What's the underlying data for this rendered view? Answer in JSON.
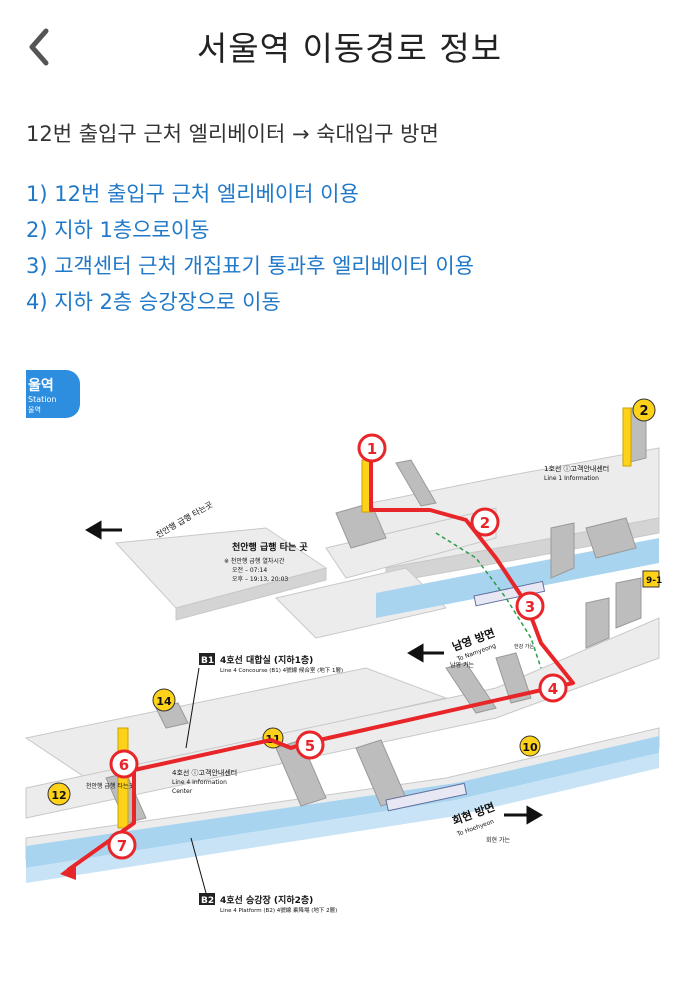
{
  "header": {
    "title": "서울역 이동경로 정보",
    "back_icon": "chevron-left-icon"
  },
  "route": {
    "subtitle": "12번 출입구 근처 엘리베이터 → 숙대입구 방면",
    "steps": [
      "1) 12번 출입구 근처 엘리베이터 이용",
      "2) 지하 1층으로이동",
      "3) 고객센터 근처 개집표기 통과후 엘리베이터 이용",
      "4) 지하 2층 승강장으로 이동"
    ]
  },
  "map": {
    "station_badge": "울역",
    "station_badge_en": "Station",
    "station_badge_small": "울역",
    "exits": [
      "2",
      "14",
      "11",
      "10",
      "12",
      "9-1"
    ],
    "markers": [
      "1",
      "2",
      "3",
      "4",
      "5",
      "6",
      "7"
    ],
    "labels": {
      "cheonan_express": "천안행 급행 타는 곳",
      "cheonan_express_left": "천안행 급행 타는곳",
      "cheonan_times_1": "※ 천안행 급행 열차시간",
      "cheonan_times_2": "오전 – 07:14",
      "cheonan_times_3": "오후 – 19:13, 20:03",
      "namyeong": "남영 방면",
      "namyeong_en": "To Namyeong",
      "namyeong_small": "남영 가는",
      "hoehyeon": "회현 방면",
      "hoehyeon_en": "To Hoehyeon",
      "hoehyeon_small": "회현 가는",
      "b1_tag": "B1",
      "concourse": "4호선 대합실 (지하1층)",
      "concourse_en": "Line 4 Concourse (B1) 4號線 候合室 (地下 1層)",
      "b2_tag": "B2",
      "platform": "4호선 승강장 (지하2층)",
      "platform_en": "Line 4 Platform (B2) 4號線 乘降場 (地下 2層)",
      "line1_info": "1호선 ⓘ고객안내센터",
      "line1_info_en": "Line 1 Information",
      "line4_info": "4호선 ⓘ고객안내센터",
      "line4_info_en": "Line 4 Information",
      "line4_info_small": "Center",
      "cheonan_bldg": "천안행 급행 타는곳",
      "hangang": "한강 가는"
    },
    "colors": {
      "route": "#e8262a",
      "platform_water": "#a9d4ef",
      "badge": "#2d8ee0",
      "exit_yellow": "#ffd21a",
      "floor": "#ececec",
      "floor_edge": "#c8c8c8",
      "link": "#1f78c8"
    }
  }
}
